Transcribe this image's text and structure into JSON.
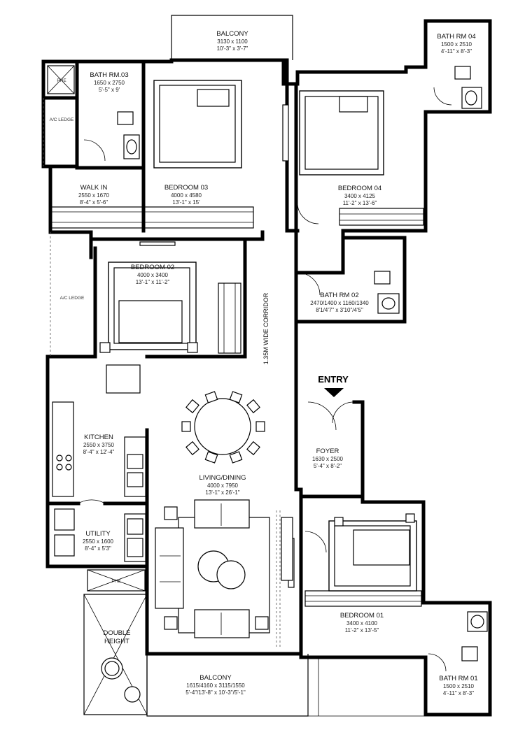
{
  "plan": {
    "entry_label": "ENTRY",
    "corridor_label": "1.35M WIDE CORRIDOR",
    "ac_ledge_label": "A/C LEDGE",
    "shaft_label": "PHE",
    "double_height_label": "DOUBLE HEIGHT"
  },
  "rooms": {
    "balcony_top": {
      "name": "BALCONY",
      "metric": "3130 x 1100",
      "imperial": "10'-3\" x 3'-7\""
    },
    "bath_rm_03": {
      "name": "BATH RM.03",
      "metric": "1650 x 2750",
      "imperial": "5'-5\" x 9'"
    },
    "bath_rm_04": {
      "name": "BATH RM 04",
      "metric": "1500 x 2510",
      "imperial": "4'-11\" x 8'-3\""
    },
    "walk_in": {
      "name": "WALK IN",
      "metric": "2550 x 1670",
      "imperial": "8'-4\" x 5'-6\""
    },
    "bedroom_03": {
      "name": "BEDROOM 03",
      "metric": "4000 x 4580",
      "imperial": "13'-1\" x 15'"
    },
    "bedroom_04": {
      "name": "BEDROOM 04",
      "metric": "3400 x 4125",
      "imperial": "11'-2\" x 13'-6\""
    },
    "bedroom_02": {
      "name": "BEDROOM 02",
      "metric": "4000 x 3400",
      "imperial": "13'-1\" x 11'-2\""
    },
    "bath_rm_02": {
      "name": "BATH RM 02",
      "metric": "2470/1400 x 1160/1340",
      "imperial": "8'1/4'7\" x 3'10\"/4'5\""
    },
    "kitchen": {
      "name": "KITCHEN",
      "metric": "2550 x 3750",
      "imperial": "8'-4\" x 12'-4\""
    },
    "foyer": {
      "name": "FOYER",
      "metric": "1630 x 2500",
      "imperial": "5'-4\" x 8'-2\""
    },
    "living_dining": {
      "name": "LIVING/DINING",
      "metric": "4000 x 7950",
      "imperial": "13'-1\" x 26'-1\""
    },
    "utility": {
      "name": "UTILITY",
      "metric": "2550 x 1600",
      "imperial": "8'-4\" x 5'3\""
    },
    "bedroom_01": {
      "name": "BEDROOM 01",
      "metric": "3400 x 4100",
      "imperial": "11'-2\" x 13'-5\""
    },
    "bath_rm_01": {
      "name": "BATH RM 01",
      "metric": "1500 x 2510",
      "imperial": "4'-11\" x 8'-3\""
    },
    "balcony_bottom": {
      "name": "BALCONY",
      "metric": "1615/4160 x 3115/1550",
      "imperial": "5'-4\"/13'-8\" x 10'-3\"/5'-1\""
    }
  }
}
